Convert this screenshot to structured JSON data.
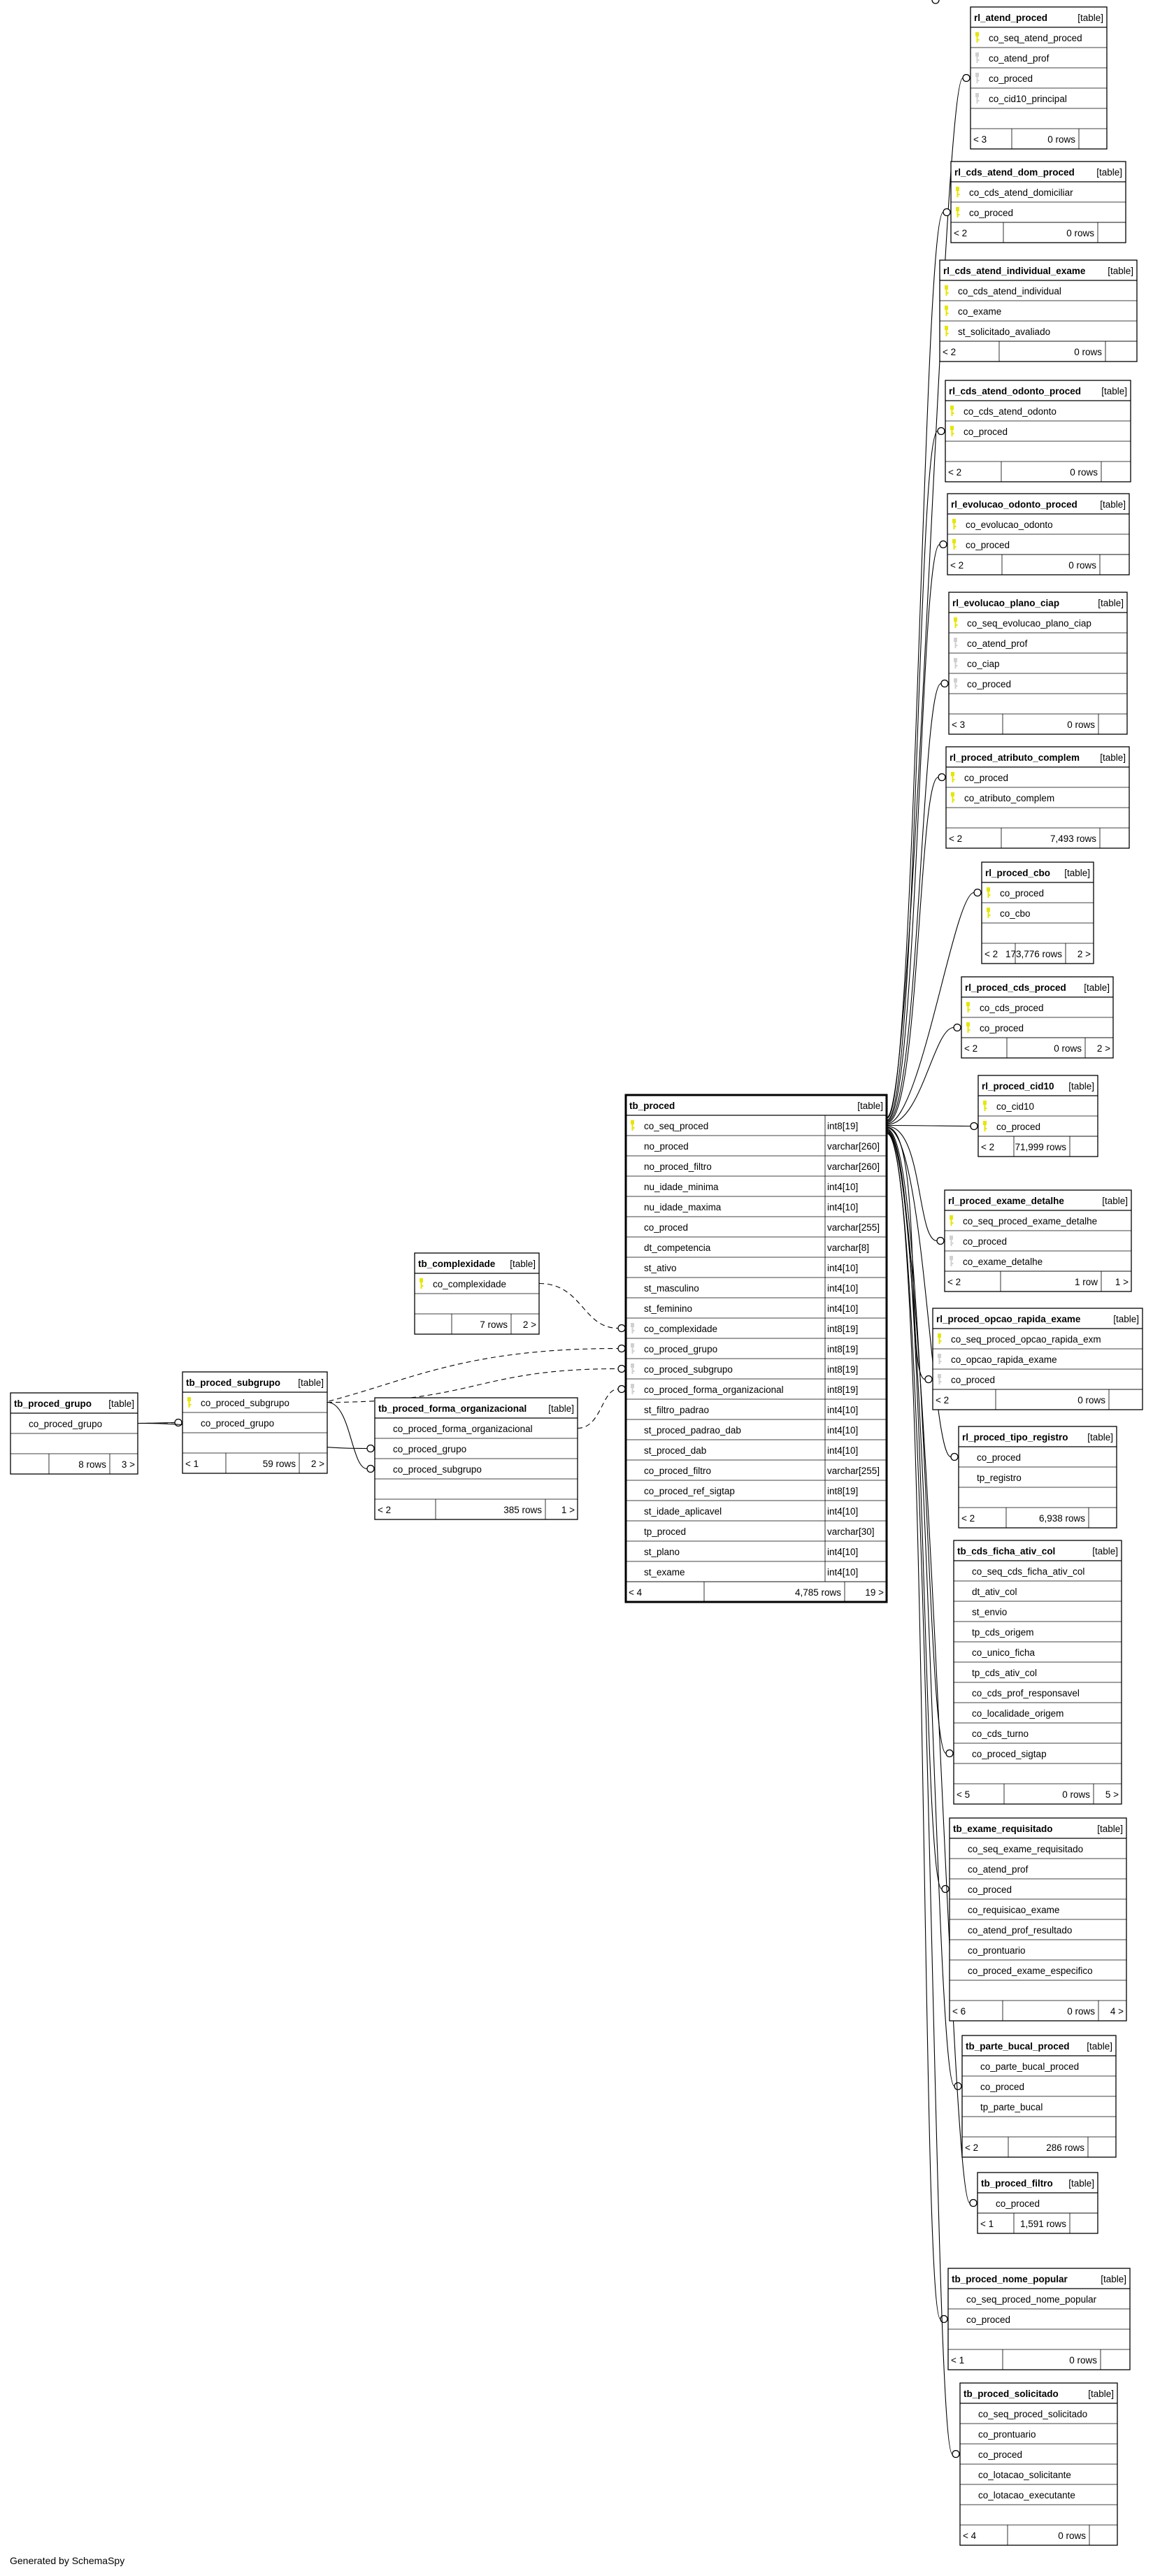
{
  "footer": "Generated by SchemaSpy",
  "key_color": "#e6e600",
  "tables": [
    {
      "id": "rl_atend_proced",
      "name": "rl_atend_proced",
      "kind": "[table]",
      "columns": [
        {
          "name": "co_seq_atend_proced",
          "key": "pk"
        },
        {
          "name": "co_atend_prof",
          "key": "fk"
        },
        {
          "name": "co_proced",
          "key": "fk"
        },
        {
          "name": "co_cid10_principal",
          "key": "fk"
        }
      ],
      "parents": "< 3",
      "rows": "0 rows",
      "children": ""
    },
    {
      "id": "rl_cds_atend_dom_proced",
      "name": "rl_cds_atend_dom_proced",
      "kind": "[table]",
      "columns": [
        {
          "name": "co_cds_atend_domiciliar",
          "key": "pk"
        },
        {
          "name": "co_proced",
          "key": "pk"
        }
      ],
      "parents": "< 2",
      "rows": "0 rows",
      "children": ""
    },
    {
      "id": "rl_cds_atend_individual_exame",
      "name": "rl_cds_atend_individual_exame",
      "kind": "[table]",
      "columns": [
        {
          "name": "co_cds_atend_individual",
          "key": "pk"
        },
        {
          "name": "co_exame",
          "key": "pk"
        },
        {
          "name": "st_solicitado_avaliado",
          "key": "pk"
        }
      ],
      "parents": "< 2",
      "rows": "0 rows",
      "children": ""
    },
    {
      "id": "rl_cds_atend_odonto_proced",
      "name": "rl_cds_atend_odonto_proced",
      "kind": "[table]",
      "columns": [
        {
          "name": "co_cds_atend_odonto",
          "key": "pk"
        },
        {
          "name": "co_proced",
          "key": "pk"
        }
      ],
      "parents": "< 2",
      "rows": "0 rows",
      "children": ""
    },
    {
      "id": "rl_evolucao_odonto_proced",
      "name": "rl_evolucao_odonto_proced",
      "kind": "[table]",
      "columns": [
        {
          "name": "co_evolucao_odonto",
          "key": "pk"
        },
        {
          "name": "co_proced",
          "key": "pk"
        }
      ],
      "parents": "< 2",
      "rows": "0 rows",
      "children": ""
    },
    {
      "id": "rl_evolucao_plano_ciap",
      "name": "rl_evolucao_plano_ciap",
      "kind": "[table]",
      "columns": [
        {
          "name": "co_seq_evolucao_plano_ciap",
          "key": "pk"
        },
        {
          "name": "co_atend_prof",
          "key": "fk"
        },
        {
          "name": "co_ciap",
          "key": "fk"
        },
        {
          "name": "co_proced",
          "key": "fk"
        }
      ],
      "parents": "< 3",
      "rows": "0 rows",
      "children": ""
    },
    {
      "id": "rl_proced_atributo_complem",
      "name": "rl_proced_atributo_complem",
      "kind": "[table]",
      "columns": [
        {
          "name": "co_proced",
          "key": "pk"
        },
        {
          "name": "co_atributo_complem",
          "key": "pk"
        }
      ],
      "parents": "< 2",
      "rows": "7,493 rows",
      "children": ""
    },
    {
      "id": "rl_proced_cbo",
      "name": "rl_proced_cbo",
      "kind": "[table]",
      "columns": [
        {
          "name": "co_proced",
          "key": "pk"
        },
        {
          "name": "co_cbo",
          "key": "pk"
        }
      ],
      "parents": "< 2",
      "rows": "173,776 rows",
      "children": "2 >"
    },
    {
      "id": "rl_proced_cds_proced",
      "name": "rl_proced_cds_proced",
      "kind": "[table]",
      "columns": [
        {
          "name": "co_cds_proced",
          "key": "pk"
        },
        {
          "name": "co_proced",
          "key": "pk"
        }
      ],
      "parents": "< 2",
      "rows": "0 rows",
      "children": "2 >"
    },
    {
      "id": "rl_proced_cid10",
      "name": "rl_proced_cid10",
      "kind": "[table]",
      "columns": [
        {
          "name": "co_cid10",
          "key": "pk"
        },
        {
          "name": "co_proced",
          "key": "pk"
        }
      ],
      "parents": "< 2",
      "rows": "71,999 rows",
      "children": ""
    },
    {
      "id": "rl_proced_exame_detalhe",
      "name": "rl_proced_exame_detalhe",
      "kind": "[table]",
      "columns": [
        {
          "name": "co_seq_proced_exame_detalhe",
          "key": "pk"
        },
        {
          "name": "co_proced",
          "key": "fk"
        },
        {
          "name": "co_exame_detalhe",
          "key": "fk"
        }
      ],
      "parents": "< 2",
      "rows": "1 row",
      "children": "1 >"
    },
    {
      "id": "rl_proced_opcao_rapida_exame",
      "name": "rl_proced_opcao_rapida_exame",
      "kind": "[table]",
      "columns": [
        {
          "name": "co_seq_proced_opcao_rapida_exm",
          "key": "pk"
        },
        {
          "name": "co_opcao_rapida_exame",
          "key": "fk"
        },
        {
          "name": "co_proced",
          "key": "fk"
        }
      ],
      "parents": "< 2",
      "rows": "0 rows",
      "children": ""
    },
    {
      "id": "rl_proced_tipo_registro",
      "name": "rl_proced_tipo_registro",
      "kind": "[table]",
      "columns": [
        {
          "name": "co_proced",
          "key": ""
        },
        {
          "name": "tp_registro",
          "key": ""
        }
      ],
      "parents": "< 2",
      "rows": "6,938 rows",
      "children": ""
    },
    {
      "id": "tb_cds_ficha_ativ_col",
      "name": "tb_cds_ficha_ativ_col",
      "kind": "[table]",
      "columns": [
        {
          "name": "co_seq_cds_ficha_ativ_col",
          "key": ""
        },
        {
          "name": "dt_ativ_col",
          "key": ""
        },
        {
          "name": "st_envio",
          "key": ""
        },
        {
          "name": "tp_cds_origem",
          "key": ""
        },
        {
          "name": "co_unico_ficha",
          "key": ""
        },
        {
          "name": "tp_cds_ativ_col",
          "key": ""
        },
        {
          "name": "co_cds_prof_responsavel",
          "key": ""
        },
        {
          "name": "co_localidade_origem",
          "key": ""
        },
        {
          "name": "co_cds_turno",
          "key": ""
        },
        {
          "name": "co_proced_sigtap",
          "key": ""
        }
      ],
      "parents": "< 5",
      "rows": "0 rows",
      "children": "5 >"
    },
    {
      "id": "tb_exame_requisitado",
      "name": "tb_exame_requisitado",
      "kind": "[table]",
      "columns": [
        {
          "name": "co_seq_exame_requisitado",
          "key": ""
        },
        {
          "name": "co_atend_prof",
          "key": ""
        },
        {
          "name": "co_proced",
          "key": ""
        },
        {
          "name": "co_requisicao_exame",
          "key": ""
        },
        {
          "name": "co_atend_prof_resultado",
          "key": ""
        },
        {
          "name": "co_prontuario",
          "key": ""
        },
        {
          "name": "co_proced_exame_especifico",
          "key": ""
        }
      ],
      "parents": "< 6",
      "rows": "0 rows",
      "children": "4 >"
    },
    {
      "id": "tb_parte_bucal_proced",
      "name": "tb_parte_bucal_proced",
      "kind": "[table]",
      "columns": [
        {
          "name": "co_parte_bucal_proced",
          "key": ""
        },
        {
          "name": "co_proced",
          "key": ""
        },
        {
          "name": "tp_parte_bucal",
          "key": ""
        }
      ],
      "parents": "< 2",
      "rows": "286 rows",
      "children": ""
    },
    {
      "id": "tb_proced_filtro",
      "name": "tb_proced_filtro",
      "kind": "[table]",
      "columns": [
        {
          "name": "co_proced",
          "key": ""
        }
      ],
      "parents": "< 1",
      "rows": "1,591 rows",
      "children": ""
    },
    {
      "id": "tb_proced_nome_popular",
      "name": "tb_proced_nome_popular",
      "kind": "[table]",
      "columns": [
        {
          "name": "co_seq_proced_nome_popular",
          "key": ""
        },
        {
          "name": "co_proced",
          "key": ""
        }
      ],
      "parents": "< 1",
      "rows": "0 rows",
      "children": ""
    },
    {
      "id": "tb_proced_solicitado",
      "name": "tb_proced_solicitado",
      "kind": "[table]",
      "columns": [
        {
          "name": "co_seq_proced_solicitado",
          "key": ""
        },
        {
          "name": "co_prontuario",
          "key": ""
        },
        {
          "name": "co_proced",
          "key": ""
        },
        {
          "name": "co_lotacao_solicitante",
          "key": ""
        },
        {
          "name": "co_lotacao_executante",
          "key": ""
        }
      ],
      "parents": "< 4",
      "rows": "0 rows",
      "children": ""
    },
    {
      "id": "tb_proced",
      "name": "tb_proced",
      "kind": "[table]",
      "columns": [
        {
          "name": "co_seq_proced",
          "type": "int8[19]",
          "key": "pk"
        },
        {
          "name": "no_proced",
          "type": "varchar[260]",
          "key": ""
        },
        {
          "name": "no_proced_filtro",
          "type": "varchar[260]",
          "key": ""
        },
        {
          "name": "nu_idade_minima",
          "type": "int4[10]",
          "key": ""
        },
        {
          "name": "nu_idade_maxima",
          "type": "int4[10]",
          "key": ""
        },
        {
          "name": "co_proced",
          "type": "varchar[255]",
          "key": ""
        },
        {
          "name": "dt_competencia",
          "type": "varchar[8]",
          "key": ""
        },
        {
          "name": "st_ativo",
          "type": "int4[10]",
          "key": ""
        },
        {
          "name": "st_masculino",
          "type": "int4[10]",
          "key": ""
        },
        {
          "name": "st_feminino",
          "type": "int4[10]",
          "key": ""
        },
        {
          "name": "co_complexidade",
          "type": "int8[19]",
          "key": "fk"
        },
        {
          "name": "co_proced_grupo",
          "type": "int8[19]",
          "key": "fk"
        },
        {
          "name": "co_proced_subgrupo",
          "type": "int8[19]",
          "key": "fk"
        },
        {
          "name": "co_proced_forma_organizacional",
          "type": "int8[19]",
          "key": "fk"
        },
        {
          "name": "st_filtro_padrao",
          "type": "int4[10]",
          "key": ""
        },
        {
          "name": "st_proced_padrao_dab",
          "type": "int4[10]",
          "key": ""
        },
        {
          "name": "st_proced_dab",
          "type": "int4[10]",
          "key": ""
        },
        {
          "name": "co_proced_filtro",
          "type": "varchar[255]",
          "key": ""
        },
        {
          "name": "co_proced_ref_sigtap",
          "type": "int8[19]",
          "key": ""
        },
        {
          "name": "st_idade_aplicavel",
          "type": "int4[10]",
          "key": ""
        },
        {
          "name": "tp_proced",
          "type": "varchar[30]",
          "key": ""
        },
        {
          "name": "st_plano",
          "type": "int4[10]",
          "key": ""
        },
        {
          "name": "st_exame",
          "type": "int4[10]",
          "key": ""
        }
      ],
      "parents": "< 4",
      "rows": "4,785 rows",
      "children": "19 >"
    },
    {
      "id": "tb_complexidade",
      "name": "tb_complexidade",
      "kind": "[table]",
      "columns": [
        {
          "name": "co_complexidade",
          "key": "pk"
        }
      ],
      "parents": "",
      "rows": "7 rows",
      "children": "2 >"
    },
    {
      "id": "tb_proced_grupo",
      "name": "tb_proced_grupo",
      "kind": "[table]",
      "columns": [
        {
          "name": "co_proced_grupo",
          "key": ""
        }
      ],
      "parents": "",
      "rows": "8 rows",
      "children": "3 >"
    },
    {
      "id": "tb_proced_subgrupo",
      "name": "tb_proced_subgrupo",
      "kind": "[table]",
      "columns": [
        {
          "name": "co_proced_subgrupo",
          "key": "pk"
        },
        {
          "name": "co_proced_grupo",
          "key": ""
        }
      ],
      "parents": "< 1",
      "rows": "59 rows",
      "children": "2 >"
    },
    {
      "id": "tb_proced_forma_organizacional",
      "name": "tb_proced_forma_organizacional",
      "kind": "[table]",
      "columns": [
        {
          "name": "co_proced_forma_organizacional",
          "key": ""
        },
        {
          "name": "co_proced_grupo",
          "key": ""
        },
        {
          "name": "co_proced_subgrupo",
          "key": ""
        }
      ],
      "parents": "< 2",
      "rows": "385 rows",
      "children": "1 >"
    }
  ]
}
